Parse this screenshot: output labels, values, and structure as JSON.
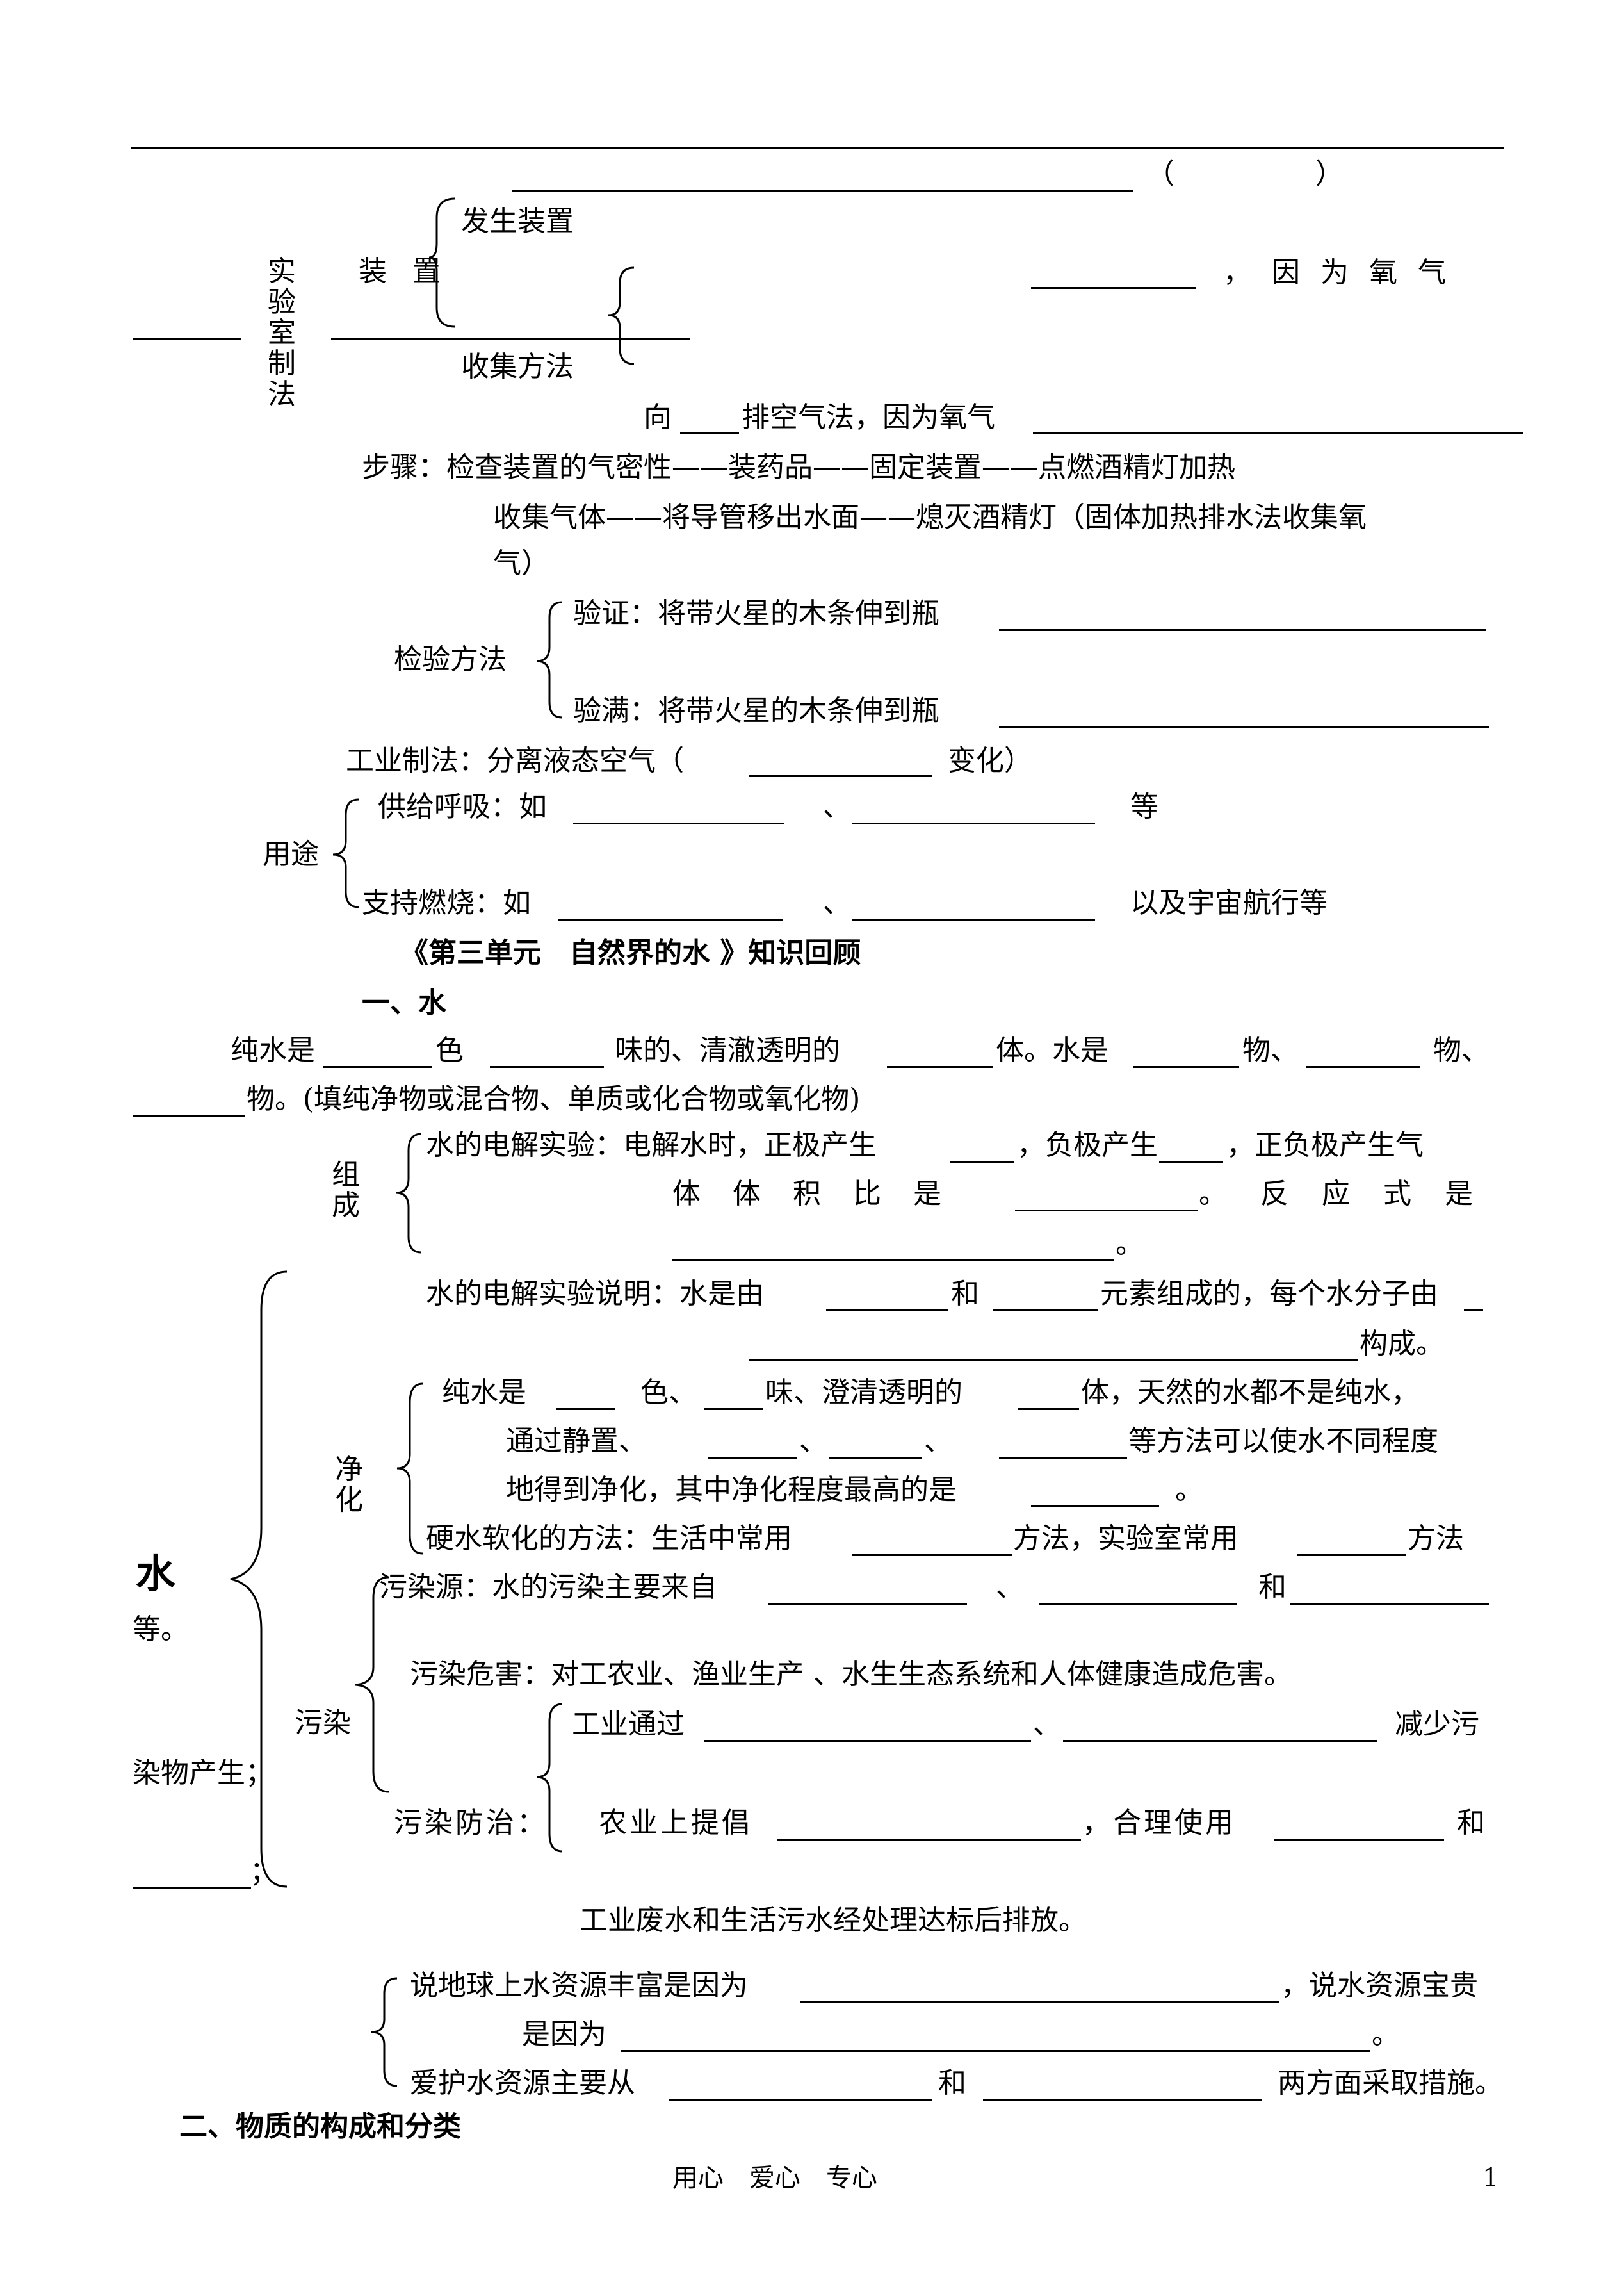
{
  "top_line": {
    "paren": "（　　　　　）"
  },
  "lab": {
    "vertical_label": "实验室制法",
    "device": "装置",
    "generator": "发生装置",
    "collector": "收集方法",
    "because_oxygen": "，因为氧气",
    "air_method_prefix": "向",
    "air_method_mid": "排空气法，因为氧气",
    "steps_1": "步骤：检查装置的气密性——装药品——固定装置——点燃酒精灯加热",
    "steps_2": "收集气体——将导管移出水面——熄灭酒精灯（固体加热排水法收集氧",
    "steps_3": "气）",
    "test_label": "检验方法",
    "verify": "验证：将带火星的木条伸到瓶",
    "full": "验满：将带火星的木条伸到瓶"
  },
  "industry": {
    "prefix": "工业制法：分离液态空气（",
    "suffix": "变化）"
  },
  "uses": {
    "label": "用途",
    "breathing": "供给呼吸：如",
    "comma": "、",
    "etc": "等",
    "combustion": "支持燃烧：如",
    "space": "以及宇宙航行等"
  },
  "unit_title": "《第三单元　自然界的水 》知识回顾",
  "section_water": "一、水",
  "pure_water": {
    "p1": "纯水是",
    "p2": "色",
    "p3": "味的、清澈透明的",
    "p4": "体。水是",
    "p5": "物、",
    "p6": "物、",
    "p7": "物。(填纯净物或混合物、单质或化合物或氧化物)"
  },
  "composition": {
    "label": "组成",
    "line1a": "水的电解实验：电解水时，正极产生",
    "line1b": "，负极产生",
    "line1c": "，正负极产生气",
    "line2a": "体体积比是",
    "line2b": "。反应式是",
    "line3": "。",
    "line4a": "水的电解实验说明：水是由",
    "line4b": "和",
    "line4c": "元素组成的，每个水分子由",
    "line5": "构成。"
  },
  "big_water": "水",
  "purify": {
    "label": "净化",
    "l1a": "纯水是",
    "l1b": "色、",
    "l1c": "味、澄清透明的",
    "l1d": "体，天然的水都不是纯水，",
    "l2a": "通过静置、",
    "l2b": "、",
    "l2c": "、",
    "l2d": "等方法可以使水不同程度",
    "l3a": "地得到净化，其中净化程度最高的是",
    "l3b": "。",
    "l4a": "硬水软化的方法：生活中常用",
    "l4b": "方法，实验室常用",
    "l4c": "方法"
  },
  "pollution": {
    "label": "污染",
    "src_a": "污染源：水的污染主要来自",
    "src_b": "、",
    "src_c": "和",
    "etc_left": "等。",
    "harm": "污染危害：对工农业、渔业生产 、水生生态系统和人体健康造成危害。",
    "ctrl_label": "污染防治：",
    "ind_a": "工业通过",
    "ind_b": "、",
    "ind_c": "减少污",
    "left_produce": "染物产生；",
    "agri_a": "农业上提倡",
    "agri_b": "，合理使用",
    "agri_c": "和",
    "left_semicolon": "；",
    "wastewater": "工业废水和生活污水经处理达标后排放。"
  },
  "resources": {
    "r1a": "说地球上水资源丰富是因为",
    "r1b": "，说水资源宝贵",
    "r2a": "是因为",
    "r2b": "。",
    "r3a": "爱护水资源主要从",
    "r3b": "和",
    "r3c": "两方面采取措施。"
  },
  "section_matter": "二、物质的构成和分类",
  "footer": {
    "motto": "用心　爱心　专心",
    "page": "1"
  }
}
